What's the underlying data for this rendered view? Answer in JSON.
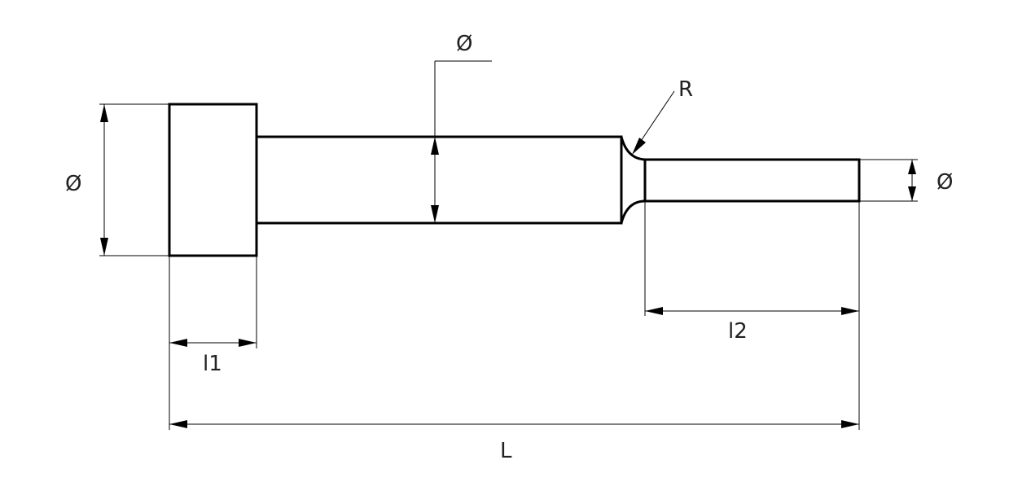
{
  "labels": {
    "head_diameter": "Ø",
    "shank_diameter": "Ø",
    "tip_diameter": "Ø",
    "radius": "R",
    "head_length": "l1",
    "tip_length": "l2",
    "total_length": "L"
  }
}
